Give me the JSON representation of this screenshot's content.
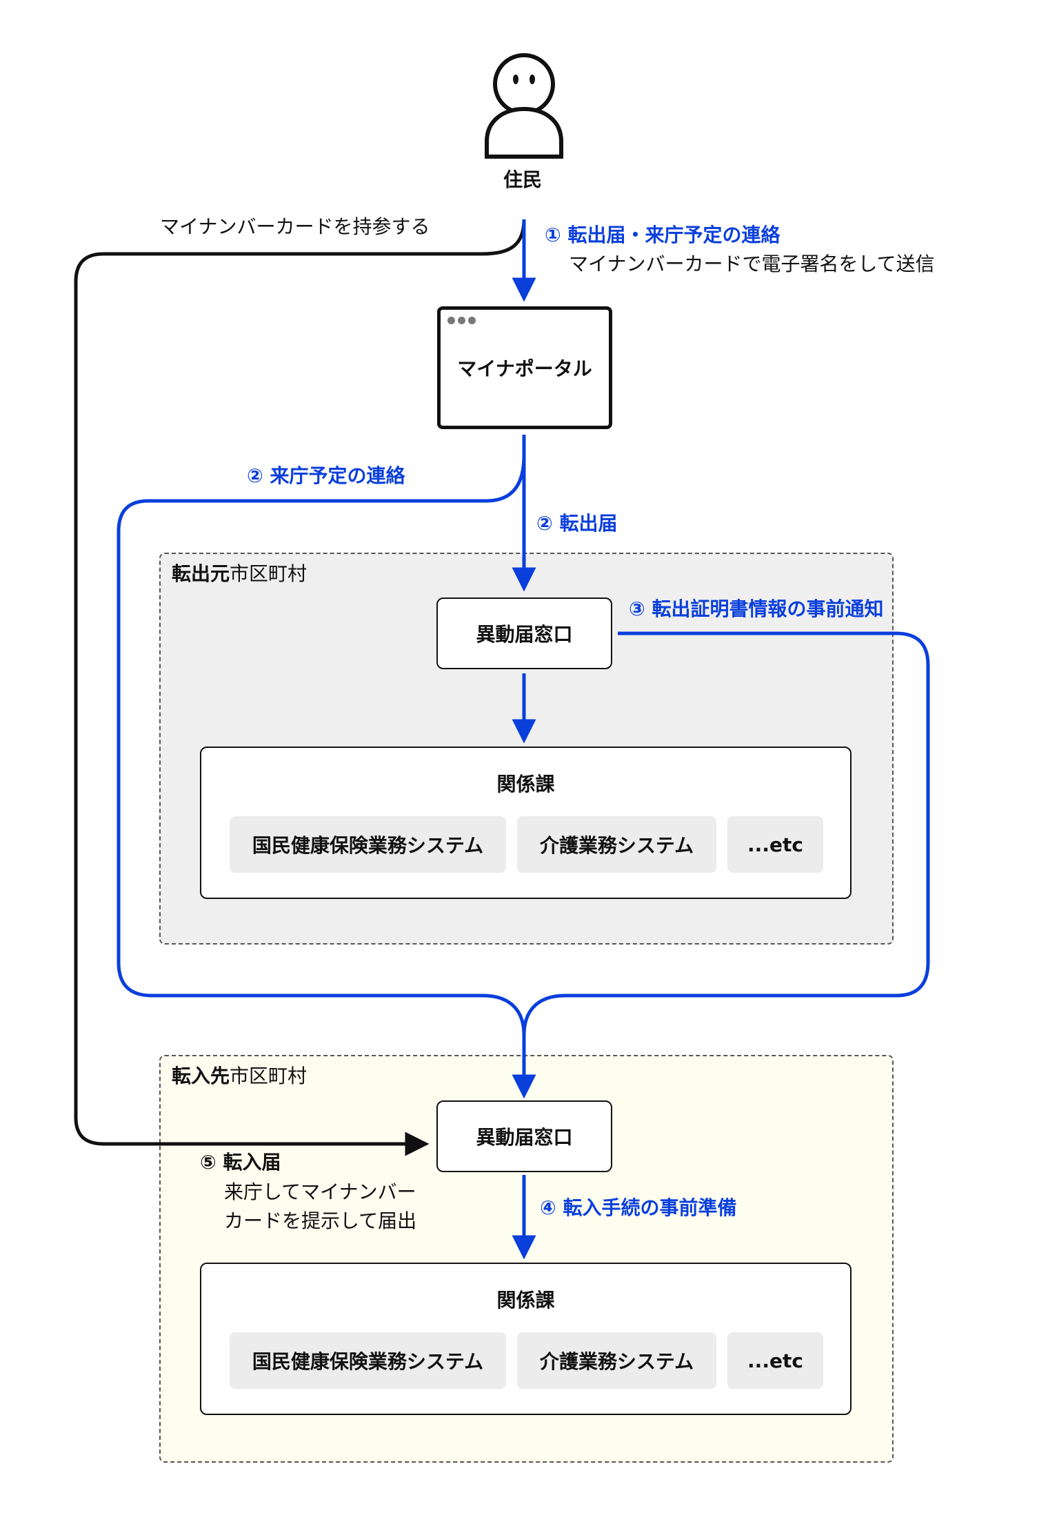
{
  "resident": {
    "label": "住民"
  },
  "notes": {
    "bring_card": "マイナンバーカードを持参する",
    "step1_title": "① 転出届・来庁予定の連絡",
    "step1_sub": "マイナンバーカードで電子署名をして送信",
    "step2a": "② 来庁予定の連絡",
    "step2b": "② 転出届",
    "step3": "③ 転出証明書情報の事前通知",
    "step4": "④ 転入手続の事前準備",
    "step5_title": "⑤ 転入届",
    "step5_line1": "来庁してマイナンバー",
    "step5_line2": "カードを提示して届出"
  },
  "portal": {
    "label": "マイナポータル"
  },
  "origin": {
    "title_bold": "転出元",
    "title_rest": "市区町村",
    "counter": "異動届窓口",
    "dept_title": "関係課",
    "systems": [
      "国民健康保険業務システム",
      "介護業務システム",
      "...etc"
    ]
  },
  "destination": {
    "title_bold": "転入先",
    "title_rest": "市区町村",
    "counter": "異動届窓口",
    "dept_title": "関係課",
    "systems": [
      "国民健康保険業務システム",
      "介護業務システム",
      "...etc"
    ]
  },
  "colors": {
    "accent": "#0a3fdc",
    "ink": "#111111",
    "origin_bg": "#efefef",
    "destination_bg": "#fdfdf0",
    "chip_bg": "#ececec"
  }
}
